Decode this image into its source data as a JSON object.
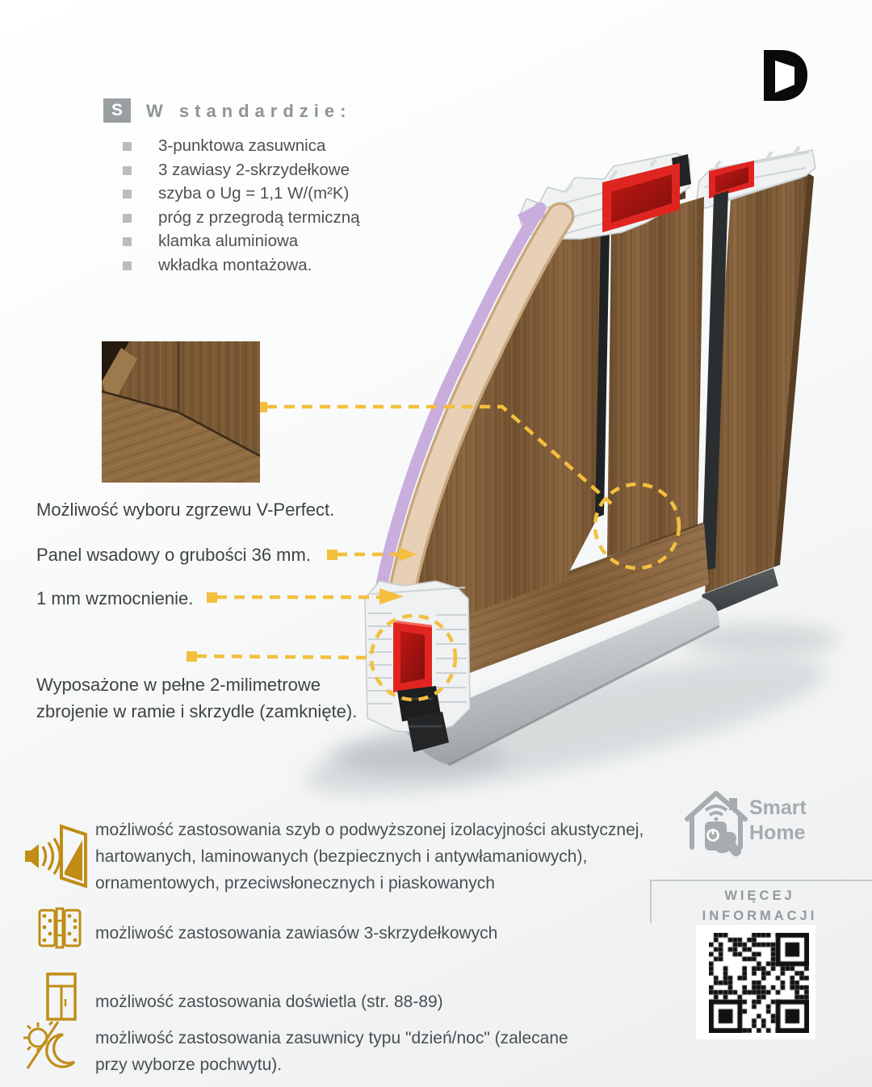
{
  "brand": {
    "logo_letter": "D"
  },
  "standard": {
    "badge": "S",
    "title": "W standardzie:",
    "items": [
      "3-punktowa zasuwnica",
      "3 zawiasy 2-skrzydełkowe",
      "szyba o Ug = 1,1 W/(m²K)",
      "próg z przegrodą termiczną",
      "klamka aluminiowa",
      "wkładka montażowa."
    ]
  },
  "callouts": {
    "weld": "Możliwość wyboru zgrzewu V-Perfect.",
    "panel": "Panel wsadowy o grubości 36 mm.",
    "reinforcement": "1 mm wzmocnienie.",
    "armoring": "Wyposażone w pełne 2-milimetrowe\nzbrojenie w ramie i skrzydle (zamknięte)."
  },
  "features": [
    {
      "icon": "acoustic-glass-icon",
      "text": "możliwość zastosowania szyb o podwyższonej izolacyjności akustycznej, hartowanych, laminowanych (bezpiecznych i antywłamaniowych), ornamentowych, przeciwsłonecznych i piaskowanych"
    },
    {
      "icon": "hinge-icon",
      "text": "możliwość zastosowania zawiasów 3-skrzydełkowych"
    },
    {
      "icon": "sidelight-door-icon",
      "text": "możliwość zastosowania doświetla (str. 88-89)"
    },
    {
      "icon": "day-night-icon",
      "text": "możliwość zastosowania zasuwnicy typu \"dzień/noc\" (zalecane przy wyborze pochwytu)."
    }
  ],
  "smart_home": {
    "line1": "Smart",
    "line2": "Home"
  },
  "more_info": {
    "line1": "WIĘCEJ",
    "line2": "INFORMACJI",
    "icon": "qr-code"
  },
  "colors": {
    "accent_yellow": "#f3bf3d",
    "icon_gold": "#c08d15",
    "red_core": "#e02521",
    "wood_brown": "#7d5b38",
    "lilac_layer": "#c9aedd",
    "cream_layer": "#e7d0b6",
    "muted_gray": "#9aa0a2",
    "text_dark": "#45494b"
  }
}
